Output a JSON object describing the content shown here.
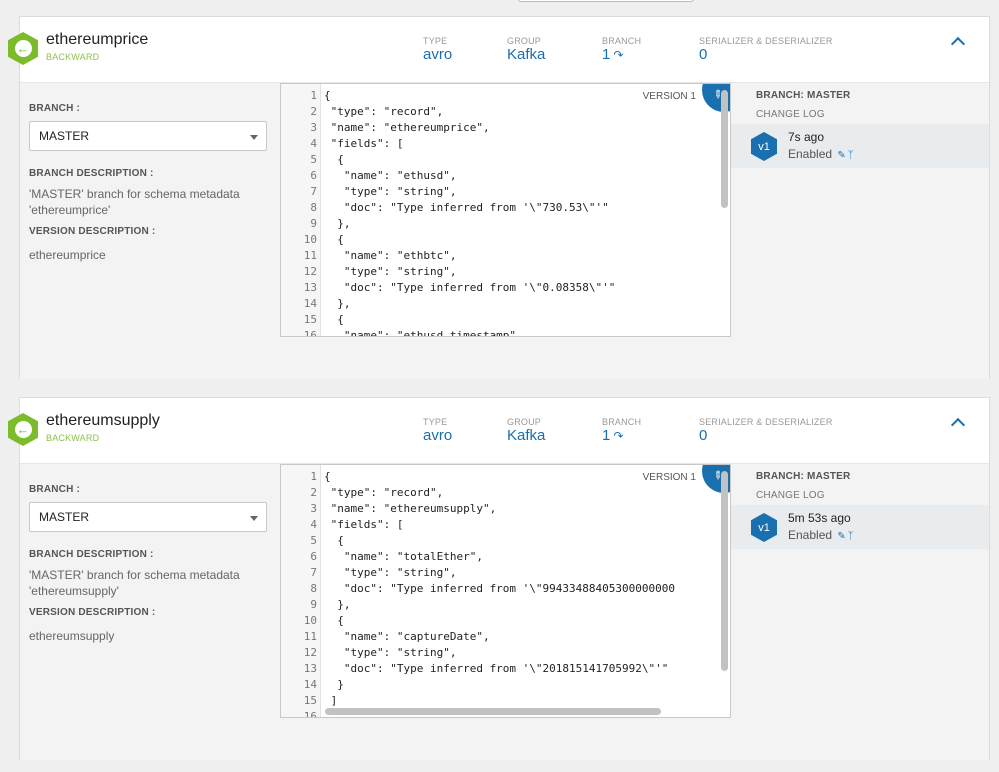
{
  "schemas": [
    {
      "name": "ethereumprice",
      "compatibility": "BACKWARD",
      "type_label": "TYPE",
      "type_value": "avro",
      "group_label": "GROUP",
      "group_value": "Kafka",
      "branch_label": "BRANCH",
      "branch_value": "1",
      "serde_label": "SERIALIZER & DESERIALIZER",
      "serde_value": "0",
      "branch_field_label": "BRANCH :",
      "branch_selected": "MASTER",
      "branch_desc_label": "BRANCH DESCRIPTION :",
      "branch_desc": "'MASTER' branch for schema metadata 'ethereumprice'",
      "version_desc_label": "VERSION DESCRIPTION :",
      "version_desc": "ethereumprice",
      "editor_version": "VERSION 1",
      "code_lines": [
        "{",
        " \"type\": \"record\",",
        " \"name\": \"ethereumprice\",",
        " \"fields\": [",
        "  {",
        "   \"name\": \"ethusd\",",
        "   \"type\": \"string\",",
        "   \"doc\": \"Type inferred from '\\\"730.53\\\"'\"",
        "  },",
        "  {",
        "   \"name\": \"ethbtc\",",
        "   \"type\": \"string\",",
        "   \"doc\": \"Type inferred from '\\\"0.08358\\\"'\"",
        "  },",
        "  {",
        "   \"name\": \"ethusd_timestamp\","
      ],
      "changelog_title": "BRANCH: MASTER",
      "changelog_sub": "CHANGE LOG",
      "version_badge": "v1",
      "version_time": "7s ago",
      "version_status": "Enabled"
    },
    {
      "name": "ethereumsupply",
      "compatibility": "BACKWARD",
      "type_label": "TYPE",
      "type_value": "avro",
      "group_label": "GROUP",
      "group_value": "Kafka",
      "branch_label": "BRANCH",
      "branch_value": "1",
      "serde_label": "SERIALIZER & DESERIALIZER",
      "serde_value": "0",
      "branch_field_label": "BRANCH :",
      "branch_selected": "MASTER",
      "branch_desc_label": "BRANCH DESCRIPTION :",
      "branch_desc": "'MASTER' branch for schema metadata 'ethereumsupply'",
      "version_desc_label": "VERSION DESCRIPTION :",
      "version_desc": "ethereumsupply",
      "editor_version": "VERSION 1",
      "code_lines": [
        "{",
        " \"type\": \"record\",",
        " \"name\": \"ethereumsupply\",",
        " \"fields\": [",
        "  {",
        "   \"name\": \"totalEther\",",
        "   \"type\": \"string\",",
        "   \"doc\": \"Type inferred from '\\\"99433488405300000000",
        "  },",
        "  {",
        "   \"name\": \"captureDate\",",
        "   \"type\": \"string\",",
        "   \"doc\": \"Type inferred from '\\\"201815141705992\\\"'\"",
        "  }",
        " ]",
        ""
      ],
      "changelog_title": "BRANCH: MASTER",
      "changelog_sub": "CHANGE LOG",
      "version_badge": "v1",
      "version_time": "5m 53s ago",
      "version_status": "Enabled"
    }
  ]
}
